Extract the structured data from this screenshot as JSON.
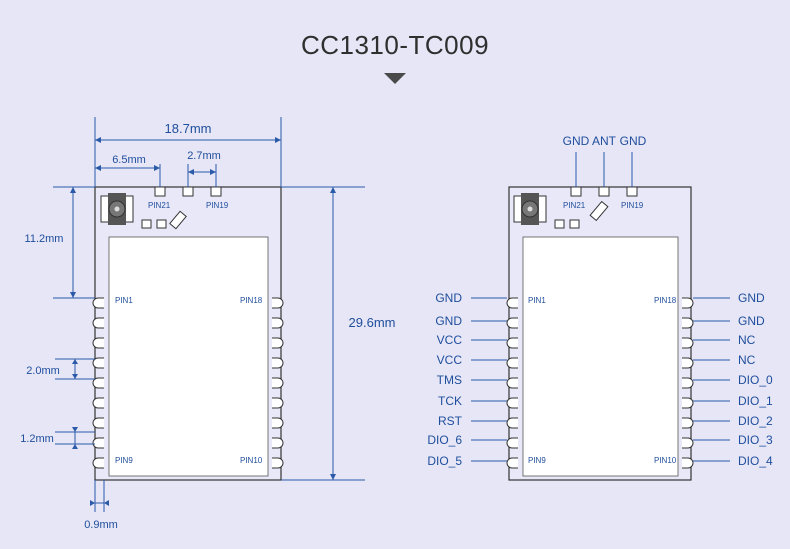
{
  "title": "CC1310-TC009",
  "colors": {
    "background": "#e6e6f6",
    "line": "#2a5aa8",
    "text_blue": "#1f4e9c",
    "module_outline": "#333333",
    "shield": "#ffffff",
    "connector": "#555555"
  },
  "left_diagram": {
    "dims": {
      "width": "18.7mm",
      "pin21_offset": "6.5mm",
      "pin_pitch_top": "2.7mm",
      "height": "29.6mm",
      "pin1_offset": "11.2mm",
      "pin_pitch": "2.0mm",
      "pad_length": "1.2mm",
      "pad_width": "0.9mm"
    },
    "labels": {
      "pin21": "PIN21",
      "pin19": "PIN19",
      "pin1": "PIN1",
      "pin18": "PIN18",
      "pin9": "PIN9",
      "pin10": "PIN10"
    }
  },
  "right_diagram": {
    "top_pins": [
      "GND",
      "ANT",
      "GND"
    ],
    "labels": {
      "pin21": "PIN21",
      "pin19": "PIN19",
      "pin1": "PIN1",
      "pin18": "PIN18",
      "pin9": "PIN9",
      "pin10": "PIN10"
    },
    "left_pins": [
      "GND",
      "GND",
      "VCC",
      "VCC",
      "TMS",
      "TCK",
      "RST",
      "DIO_6",
      "DIO_5"
    ],
    "right_pins": [
      "GND",
      "GND",
      "NC",
      "NC",
      "DIO_0",
      "DIO_1",
      "DIO_2",
      "DIO_3",
      "DIO_4"
    ]
  }
}
